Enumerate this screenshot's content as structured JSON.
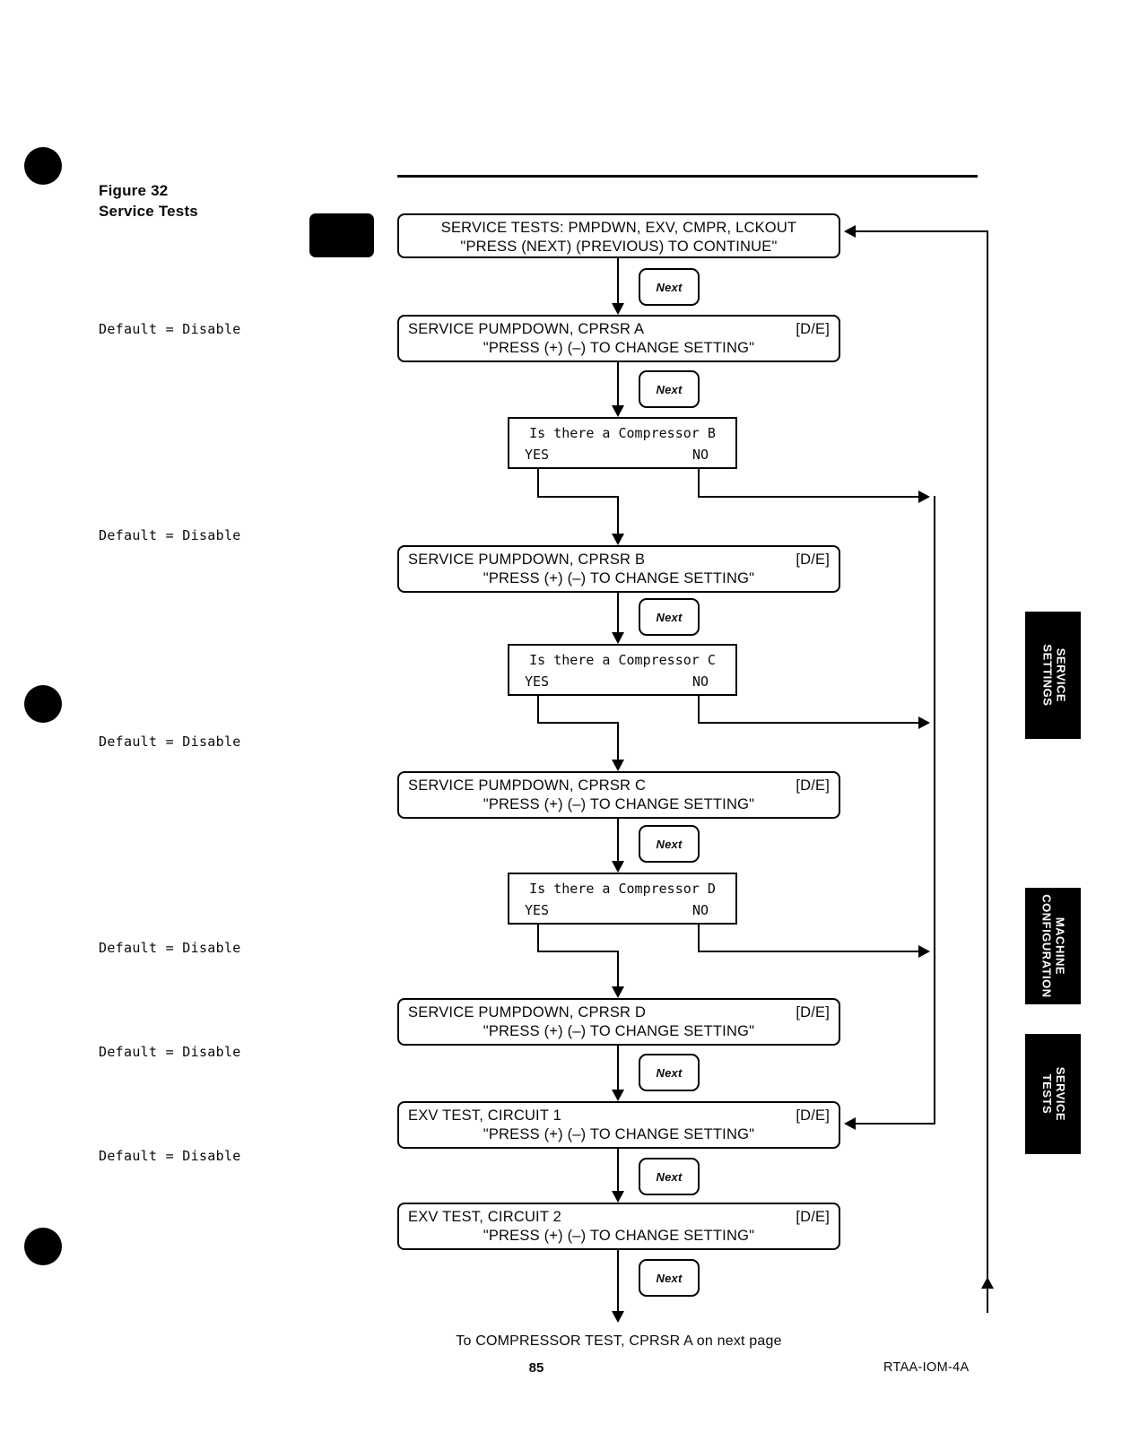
{
  "figure": {
    "label": "Figure 32",
    "title": "Service Tests"
  },
  "default_note": "Default = Disable",
  "next_button_label": "Next",
  "boxes": [
    {
      "line1": "SERVICE TESTS: PMPDWN, EXV, CMPR, LCKOUT",
      "line2": "\"PRESS (NEXT) (PREVIOUS) TO CONTINUE\"",
      "tag": ""
    },
    {
      "line1": "SERVICE PUMPDOWN, CPRSR A",
      "line2": "\"PRESS (+) (–) TO CHANGE SETTING\"",
      "tag": "[D/E]"
    },
    {
      "line1": "SERVICE PUMPDOWN, CPRSR B",
      "line2": "\"PRESS (+) (–) TO CHANGE SETTING\"",
      "tag": "[D/E]"
    },
    {
      "line1": "SERVICE PUMPDOWN, CPRSR C",
      "line2": "\"PRESS (+) (–) TO CHANGE SETTING\"",
      "tag": "[D/E]"
    },
    {
      "line1": "SERVICE PUMPDOWN, CPRSR D",
      "line2": "\"PRESS (+) (–) TO CHANGE SETTING\"",
      "tag": "[D/E]"
    },
    {
      "line1": "EXV TEST, CIRCUIT 1",
      "line2": "\"PRESS (+) (–) TO CHANGE SETTING\"",
      "tag": "[D/E]"
    },
    {
      "line1": "EXV TEST, CIRCUIT 2",
      "line2": "\"PRESS (+) (–) TO CHANGE SETTING\"",
      "tag": "[D/E]"
    }
  ],
  "decisions": [
    {
      "question": "Is there a Compressor B",
      "yes_label": "YES",
      "no_label": "NO"
    },
    {
      "question": "Is there a Compressor C",
      "yes_label": "YES",
      "no_label": "NO"
    },
    {
      "question": "Is there a Compressor D",
      "yes_label": "YES",
      "no_label": "NO"
    }
  ],
  "side_tabs": [
    {
      "line1": "SERVICE",
      "line2": "SETTINGS"
    },
    {
      "line1": "MACHINE",
      "line2": "CONFIGURATION"
    },
    {
      "line1": "SERVICE",
      "line2": "TESTS"
    }
  ],
  "footer": {
    "note": "To COMPRESSOR TEST, CPRSR A on next page",
    "page_number": "85",
    "doc_code": "RTAA-IOM-4A"
  }
}
